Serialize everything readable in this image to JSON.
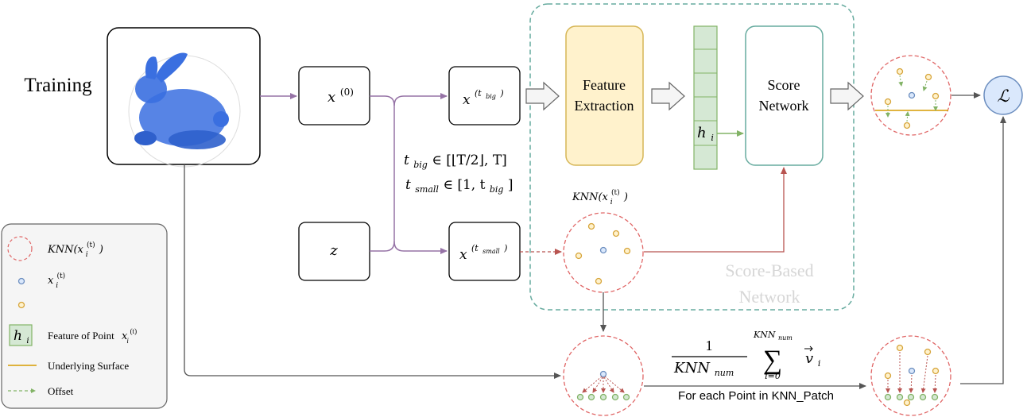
{
  "training_label": "Training",
  "nodes": {
    "x0": "x",
    "x0_sup": "(0)",
    "z": "z",
    "x_big_base": "x",
    "x_big_sup": "(t",
    "x_big_sub": "big",
    "x_big_close": ")",
    "x_small_base": "x",
    "x_small_sup": "(t",
    "x_small_sub": "small",
    "x_small_close": ")"
  },
  "sampling": {
    "line1_t": "t",
    "line1_sub": "big",
    "line1_rest": " ∈ [⌊T/2⌋, T]",
    "line2_t": "t",
    "line2_sub": "small",
    "line2_rest": " ∈ [1, t",
    "line2_sub2": "big",
    "line2_close": "]"
  },
  "feature_extraction": {
    "line1": "Feature",
    "line2": "Extraction"
  },
  "score_network": {
    "line1": "Score",
    "line2": "Network"
  },
  "score_based_label": {
    "line1": "Score-Based",
    "line2": "Network"
  },
  "feature_vector_label": "h",
  "feature_vector_sub": "i",
  "knn_label": "KNN(x",
  "knn_label_sup": "(t)",
  "knn_label_sub": "i",
  "knn_label_close": ")",
  "loss_symbol": "ℒ",
  "formula": {
    "numerator": "1",
    "denominator": "KNN",
    "denominator_sub": "num",
    "sum_top": "KNN",
    "sum_top_sub": "num",
    "sum_symbol": "∑",
    "sum_bottom": "i=0",
    "vector": "v",
    "vector_sub": "i",
    "caption": "For each Point in KNN_Patch"
  },
  "legend": {
    "knn": "KNN(x",
    "knn_sup": "(t)",
    "knn_sub": "i",
    "knn_close": ")",
    "point": "x",
    "point_sup": "(t)",
    "point_sub": "i",
    "feature_symbol": "h",
    "feature_symbol_sub": "i",
    "feature_text": "Feature of Point",
    "feature_x": "x",
    "feature_x_sup": "(t)",
    "feature_x_sub": "i",
    "surface": "Underlying Surface",
    "offset": "Offset"
  },
  "colors": {
    "purple": "#9673a6",
    "red": "#b85450",
    "green": "#82b366",
    "dashed_green": "#67ab9f",
    "orange": "#d79b00",
    "orange_fill": "#fff2cc",
    "point_orange": "#d6a43a",
    "point_blue": "#6c8ebf",
    "blue_fill": "#dae8fc",
    "gray": "#666666",
    "bunny": "#3a6fe0"
  }
}
